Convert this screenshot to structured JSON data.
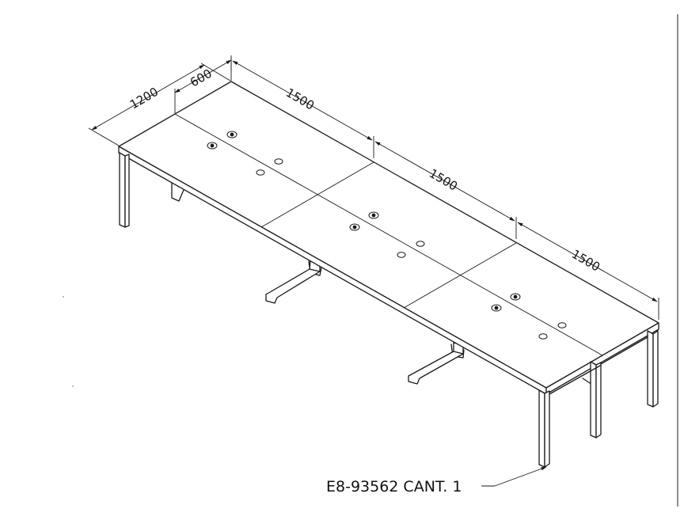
{
  "dimensions": {
    "depth_total": "1200",
    "depth_half": "600",
    "length_1": "1500",
    "length_2": "1500",
    "length_3": "1500"
  },
  "callout": {
    "label": "E8-93562 CANT. 1"
  }
}
